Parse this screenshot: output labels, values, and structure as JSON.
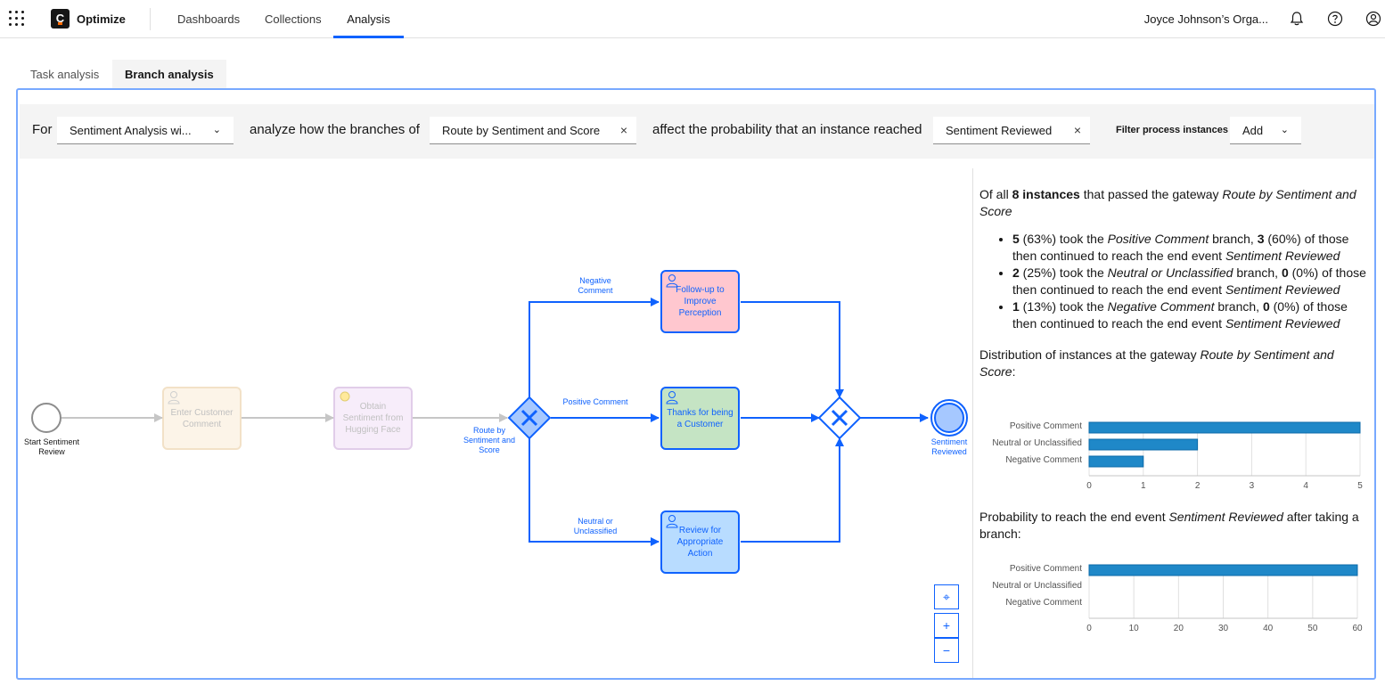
{
  "header": {
    "app_name": "Optimize",
    "logo_letter": "C",
    "nav": [
      "Dashboards",
      "Collections",
      "Analysis"
    ],
    "active_nav": "Analysis",
    "org": "Joyce Johnson’s Orga..."
  },
  "subtabs": [
    "Task analysis",
    "Branch analysis"
  ],
  "controls": {
    "for_label": "For",
    "process": "Sentiment Analysis wi...",
    "analyze_label": "analyze how the branches of",
    "gateway": "Route by Sentiment and Score",
    "affect_label": "affect the probability that an instance reached",
    "end_event": "Sentiment Reviewed",
    "filter_label": "Filter process instances",
    "add_label": "Add"
  },
  "diagram": {
    "start_event": "Start Sentiment Review",
    "task_enter": "Enter Customer Comment",
    "task_obtain": "Obtain Sentiment from Hugging Face",
    "gateway_label": "Route by Sentiment and Score",
    "flow_negative": "Negative Comment",
    "flow_positive": "Positive Comment",
    "flow_neutral": "Neutral or Unclassified",
    "task_followup": "Follow-up to Improve Perception",
    "task_thanks": "Thanks for being a Customer",
    "task_review": "Review for Appropriate Action",
    "end_event": "Sentiment Reviewed",
    "map_controls": [
      "⌖",
      "+",
      "−"
    ]
  },
  "summary": {
    "intro_pre": "Of all ",
    "intro_bold": "8 instances",
    "intro_mid": " that passed the gateway ",
    "intro_gateway": "Route by Sentiment and Score",
    "items": [
      {
        "count": "5",
        "pct": " (63%) took the ",
        "branch": "Positive Comment",
        "mid": " branch, ",
        "reached": "3",
        "reached_pct": " (60%) of those then continued to reach the end event ",
        "event": "Sentiment Reviewed"
      },
      {
        "count": "2",
        "pct": " (25%) took the ",
        "branch": "Neutral or Unclassified",
        "mid": " branch, ",
        "reached": "0",
        "reached_pct": " (0%) of those then continued to reach the end event ",
        "event": "Sentiment Reviewed"
      },
      {
        "count": "1",
        "pct": " (13%) took the ",
        "branch": "Negative Comment",
        "mid": " branch, ",
        "reached": "0",
        "reached_pct": " (0%) of those then continued to reach the end event ",
        "event": "Sentiment Reviewed"
      }
    ],
    "dist_pre": "Distribution of instances at the gateway ",
    "dist_gateway": "Route by Sentiment and Score",
    "dist_post": ":",
    "prob_pre": "Probability to reach the end event ",
    "prob_event": "Sentiment Reviewed",
    "prob_post": " after taking a branch:"
  },
  "chart_data": [
    {
      "type": "bar",
      "orientation": "horizontal",
      "categories": [
        "Positive Comment",
        "Neutral or Unclassified",
        "Negative Comment"
      ],
      "values": [
        5,
        2,
        1
      ],
      "ticks": [
        "0",
        "1",
        "2",
        "3",
        "4",
        "5"
      ],
      "xlim": [
        0,
        5
      ],
      "color": "#1f88c8"
    },
    {
      "type": "bar",
      "orientation": "horizontal",
      "categories": [
        "Positive Comment",
        "Neutral or Unclassified",
        "Negative Comment"
      ],
      "values": [
        60,
        0,
        0
      ],
      "ticks": [
        "0",
        "10",
        "20",
        "30",
        "40",
        "50",
        "60"
      ],
      "xlim": [
        0,
        60
      ],
      "color": "#1f88c8"
    }
  ]
}
